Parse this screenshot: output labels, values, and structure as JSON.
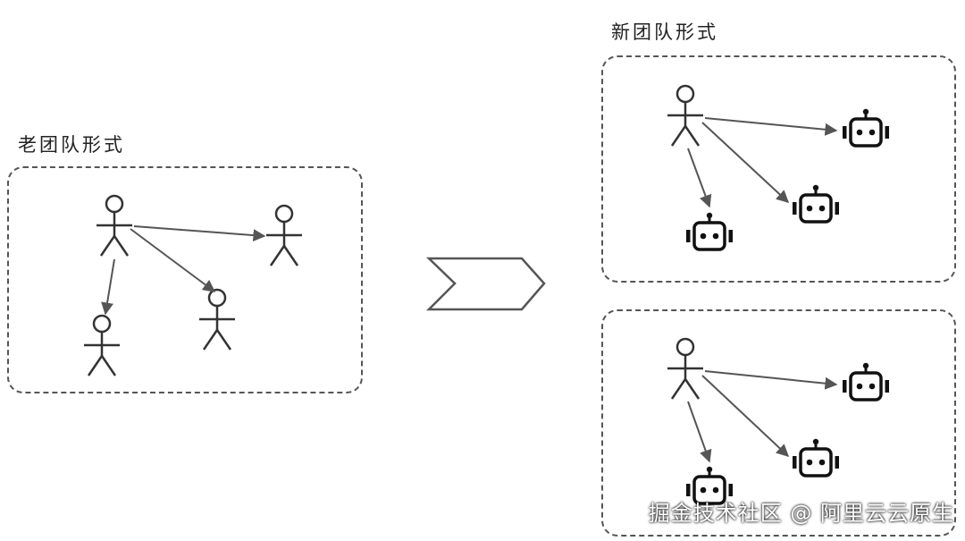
{
  "diagram": {
    "old_team_label": "老团队形式",
    "new_team_label": "新团队形式",
    "watermark": "掘金技术社区 @ 阿里云云原生"
  },
  "colors": {
    "stroke": "#333333",
    "arrow": "#555555",
    "box_border": "#555555"
  },
  "icons": [
    "person-icon",
    "robot-icon",
    "transition-arrow-icon"
  ]
}
